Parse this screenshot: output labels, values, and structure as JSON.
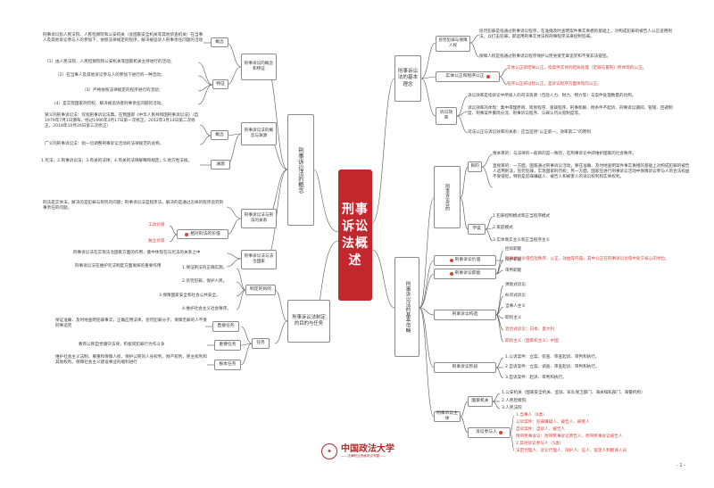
{
  "title": "刑事诉讼法概述",
  "page_number": "- 1 -",
  "logo": {
    "name": "中国政法大学",
    "subtitle": "——法律职业资格考试专题——"
  },
  "left": {
    "concept_group": {
      "title": "刑事诉讼的概念和特征",
      "concept_label": "概念",
      "concept_text": "刑事诉讼指人民法院、人民检察院和公安机关（含国家安全机关等其他侦查机关）在当事人及其他诉讼参与人的参加下，依照法律规定的程序，解决被追诉人刑事责任问题的活动",
      "feature_label": "特征",
      "features": [
        "（1）由人民法院、人民检察院和公安机关等国家机关主持进行的活动；",
        "（2）在当事人及其他诉讼参与人的参加下进行的一种活动；",
        "（3）严格依照法律规定的程序进行的活动；",
        "（4）是实现国家刑罚权、解决被追诉者刑事责任问题的活动。"
      ]
    },
    "law_concept_group": {
      "title": "刑事诉讼法的概念与渊源",
      "concept_label": "概念",
      "narrow": "狭义的刑事诉讼法：仅指刑事诉讼法典。在我国即《中华人民共和国刑事诉讼法》（自1979年7月1日颁布，经过1996年3月17日第一次修正，2012年3月14日第二次修正，2018年10月26日第三次修正）",
      "broad": "广义的刑事诉讼法：指一切调整刑事诉讼活动的法律规范的总称。",
      "source_label": "渊源",
      "sources": "1.宪法；2.刑事诉讼法；3.有关的法律；4.有关的法律解释和规定；5.地方性法规。"
    },
    "relation_group": {
      "title": "刑事诉讼法与刑法的关系",
      "text": "刑法是实体法。解决的是犯罪与刑罚的问题；刑事诉讼法是程序法，解决的是通过怎样的程序追究刑事责任的问题。",
      "value_label": "相对刑法的价值",
      "tool_value": "工具价值",
      "independent_value": "独立价值"
    },
    "state_group": {
      "title": "刑事诉讼法与法治国家",
      "line1": "刑事诉讼法在实现法治国家方面的作用，集中体现在与宪法的关系之中",
      "line2": "刑事诉讼法在维护宪法制度方面发挥的重要作用"
    },
    "concept_main": "刑事诉讼法的概念",
    "purpose_main": "刑事诉讼法制定的目的与任务",
    "purpose_label": "制定的目的",
    "purposes": [
      "1.保证刑法的正确实施。",
      "2.惩罚犯罪，保护人民。",
      "3.保障国家安全和社会公共安全。",
      "4.维护社会主义社会秩序。"
    ],
    "task_label": "任务",
    "direct_label": "直接任务",
    "direct_text": "保证准确、及时地查明犯罪事实，正确应用法律，惩罚犯罪分子，保障无罪的人不受刑事追究",
    "important_label": "重要任务",
    "important_text": "教育公民自觉遵守法律，积极同犯罪行为作斗争",
    "fundamental_label": "根本任务",
    "fundamental_text": "维护社会主义法制，尊重和保障人权，保护公民的人身权利、财产权利、民主权利和其他权利，保障社会主义建设事业的顺利进行"
  },
  "right": {
    "basic_idea": {
      "title": "刑事诉讼法的基本理念",
      "punish_label": "惩罚犯罪与保障人权",
      "punish_1": "惩罚犯罪是指通过刑事诉讼程序，在准确及时查明案件事实真相的基础上，对构成犯罪的被告人公正适用刑法，以打击犯罪。即运用刑事实体法和刑事程序法来控制犯罪。",
      "punish_2": "保障人权是指通过刑事诉讼程序保护公民免受无辜追究和不受非法侵犯。",
      "fair_label": "实体公正和程序公正",
      "fair_1": "实体公正即结果公正，指案件实体的结局处理（定罪与量刑）所体现的公正。",
      "fair_2": "程序公正即过程公正，是诉讼程序方面体现的公正。",
      "efficiency_label": "诉讼效率",
      "eff_1": "诉讼效率是指诉讼中所投入的司法资源（包括人力、财力、物力等）与案件处理数量的比例。",
      "eff_2": "诉讼效率的体现：集中审理原则、简易程序、速裁程序、刑事和解、附条件不起诉、刑事诉讼期间、管辖、回避制度、刑事案件繁简分流、刑事诉讼程序、认罪认罚从宽制度等。",
      "eff_3": "司法公正与诉讼效率的关系：应当坚持“公正第一，效率第二”的原则"
    },
    "basic_scope": {
      "title": "刑事诉讼法的基本范畴",
      "purpose_label": "刑事诉讼目的",
      "goal_label": "目的",
      "goal_root": "根本目的：与法律的一般目的是一致的，在刑事诉讼中即维护国家的社会秩序。",
      "goal_direct": "直接目的：一方面，国家通过刑事诉讼活动，要在准确、及时地查明案件事实真相的基础上对构成犯罪的被告人适用刑法，惩罚犯罪，实现国家刑罚权；另一方面，国家在进行刑事诉讼活动中保障诉讼参与人的合法权益不受侵犯，特别是犯罪嫌疑人、被告人和被害人的诉讼权利和实体权利。",
      "theory_label": "学说",
      "theories": [
        "1.犯罪控制模式和正当程序模式",
        "2.家庭模式",
        "3.实体真实主义和正当程序主义"
      ],
      "value_label": "刑事诉讼价值",
      "value_text": "刑事诉讼价值包括秩序、公正、效益等内容，其中公正在刑事诉讼价值中处于核心的地位。",
      "function_label": "刑事诉讼职能",
      "functions": [
        "控诉职能",
        "辩护职能",
        "审判职能"
      ],
      "structure_label": "刑事诉讼构造",
      "structures": [
        "弹劾式诉讼",
        "纠问式诉讼",
        "当事人主义",
        "职权主义"
      ],
      "structures_red": [
        "混合式诉讼：日本、意大利",
        "职权主义（国家权主义）中国"
      ],
      "stage_label": "刑事诉讼阶段",
      "stages": [
        "1.公诉案件：立案、侦查、审查起诉、审判和执行。",
        "2.自诉案件：立案、调查、审查起诉、审判和执行。",
        "3.自诉案件：起诉、审判和执行。"
      ],
      "subject_label": "刑事诉讼主体",
      "state_organ_label": "国家机关",
      "organs": [
        "1.公安机关（国家安全机关、监狱、军队保卫部门、海关缉私部门、海警机构）",
        "2.人民检察院",
        "3.人民法院"
      ],
      "participant_label": "诉讼参与人",
      "participants": [
        "1.当事人（6类）",
        "公诉案件：犯罪嫌疑人、被告人、被害人",
        "自诉案件：自诉人、被告人",
        "附带民事诉讼：附带民事诉讼原告人、附带民事诉讼被告人",
        "2.其他诉讼参与人（5类）",
        "法定代理人、诉讼代理人、辩护人、证人、鉴定人和翻译人员"
      ]
    }
  }
}
